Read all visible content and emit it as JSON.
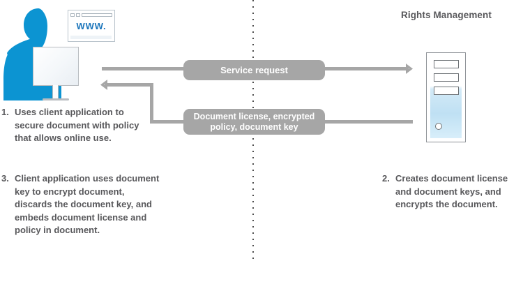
{
  "diagram": {
    "title_right": "Rights Management",
    "client_side": {
      "browser_text": "WWW.",
      "icons": [
        "user-silhouette-icon",
        "monitor-icon",
        "browser-window-icon"
      ]
    },
    "server_side": {
      "icons": [
        "server-tower-icon"
      ]
    },
    "flows": [
      {
        "name": "service-request",
        "label": "Service request",
        "direction": "client-to-server"
      },
      {
        "name": "document-license",
        "label_line1": "Document license, encrypted",
        "label_line2": "policy, document key",
        "direction": "server-to-client"
      }
    ],
    "steps": [
      {
        "number": "1.",
        "text": "Uses client application to secure document with policy that allows online use.",
        "side": "left"
      },
      {
        "number": "2.",
        "text": "Creates document license and document keys, and encrypts the document.",
        "side": "right"
      },
      {
        "number": "3.",
        "text": "Client application uses document key to encrypt document, discards the document key, and embeds document license and policy in document.",
        "side": "left"
      }
    ],
    "colors": {
      "accent_blue": "#0c94d2",
      "connector_gray": "#a6a6a6",
      "text_gray": "#58585b",
      "browser_blue": "#1b75bb",
      "server_outline": "#8c9095"
    }
  }
}
